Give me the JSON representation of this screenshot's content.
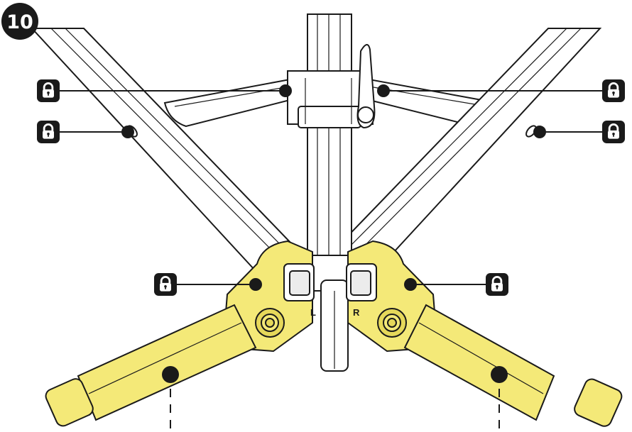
{
  "step": {
    "number": "10"
  },
  "colors": {
    "accent_yellow": "#f4e978",
    "yellow_shade": "#e6d85a",
    "outline": "#1a1a1a",
    "metal": "#ffffff",
    "metal_shade": "#e9e9e9"
  },
  "labels": {
    "left_side": "L",
    "right_side": "R"
  },
  "callouts": [
    {
      "name": "lock-callout-upper-brace-left",
      "icon": "lock-icon"
    },
    {
      "name": "lock-callout-leg-left",
      "icon": "lock-icon"
    },
    {
      "name": "lock-callout-upper-brace-right",
      "icon": "lock-icon"
    },
    {
      "name": "lock-callout-leg-right",
      "icon": "lock-icon"
    },
    {
      "name": "lock-callout-hinge-left",
      "icon": "lock-icon"
    },
    {
      "name": "lock-callout-hinge-right",
      "icon": "lock-icon"
    }
  ]
}
